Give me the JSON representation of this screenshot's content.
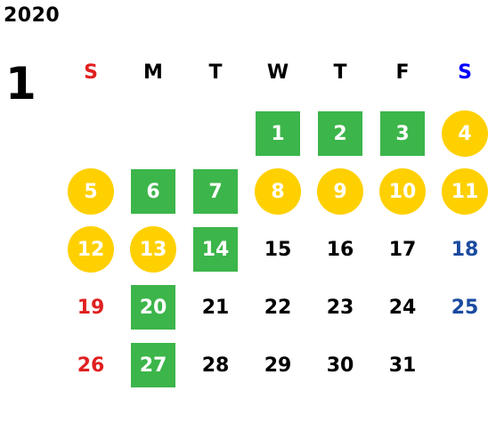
{
  "year": "2020",
  "month": "1",
  "colors": {
    "text": "#000000",
    "sunday": "#e02020",
    "saturday_header": "#0000ff",
    "saturday_plain": "#1a4aa0",
    "green_fill": "#3cb54a",
    "yellow_fill": "#ffd000",
    "marked_text": "#ffffff"
  },
  "weekdays": [
    {
      "label": "S",
      "kind": "sunday"
    },
    {
      "label": "M",
      "kind": "weekday"
    },
    {
      "label": "T",
      "kind": "weekday"
    },
    {
      "label": "W",
      "kind": "weekday"
    },
    {
      "label": "T",
      "kind": "weekday"
    },
    {
      "label": "F",
      "kind": "weekday"
    },
    {
      "label": "S",
      "kind": "saturday"
    }
  ],
  "days": [
    {
      "label": "1",
      "style": "green"
    },
    {
      "label": "2",
      "style": "green"
    },
    {
      "label": "3",
      "style": "green"
    },
    {
      "label": "4",
      "style": "yellow"
    },
    {
      "label": "5",
      "style": "yellow"
    },
    {
      "label": "6",
      "style": "green"
    },
    {
      "label": "7",
      "style": "green"
    },
    {
      "label": "8",
      "style": "yellow"
    },
    {
      "label": "9",
      "style": "yellow"
    },
    {
      "label": "10",
      "style": "yellow"
    },
    {
      "label": "11",
      "style": "yellow"
    },
    {
      "label": "12",
      "style": "yellow"
    },
    {
      "label": "13",
      "style": "yellow"
    },
    {
      "label": "14",
      "style": "green"
    },
    {
      "label": "15",
      "style": "plain"
    },
    {
      "label": "16",
      "style": "plain"
    },
    {
      "label": "17",
      "style": "plain"
    },
    {
      "label": "18",
      "style": "plain"
    },
    {
      "label": "19",
      "style": "plain"
    },
    {
      "label": "20",
      "style": "green"
    },
    {
      "label": "21",
      "style": "plain"
    },
    {
      "label": "22",
      "style": "plain"
    },
    {
      "label": "23",
      "style": "plain"
    },
    {
      "label": "24",
      "style": "plain"
    },
    {
      "label": "25",
      "style": "plain"
    },
    {
      "label": "26",
      "style": "plain"
    },
    {
      "label": "27",
      "style": "green"
    },
    {
      "label": "28",
      "style": "plain"
    },
    {
      "label": "29",
      "style": "plain"
    },
    {
      "label": "30",
      "style": "plain"
    },
    {
      "label": "31",
      "style": "plain"
    }
  ]
}
